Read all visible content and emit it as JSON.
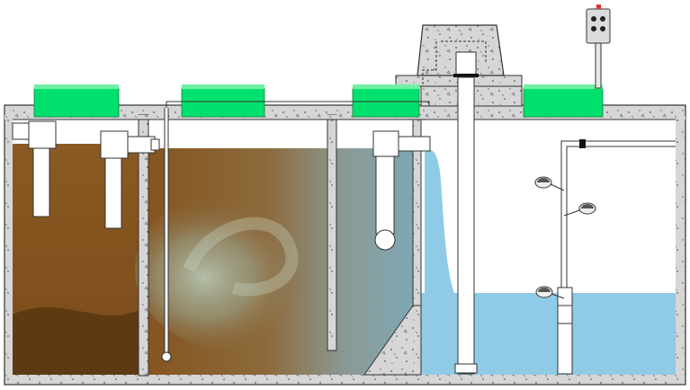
{
  "diagram": {
    "kind": "septic tank cross-section",
    "components": [
      {
        "id": "primary-chamber",
        "role": "solids settling chamber"
      },
      {
        "id": "aeration-chamber",
        "role": "treatment chamber"
      },
      {
        "id": "clarifier-chamber",
        "role": "clear effluent chamber"
      },
      {
        "id": "pump",
        "role": "effluent pump"
      },
      {
        "id": "float-switches",
        "count": 3
      },
      {
        "id": "control-panel",
        "role": "alarm/control box"
      }
    ],
    "lid_count": 4,
    "colors": {
      "lid": "#00e06c",
      "concrete": "#d4d4d4",
      "sludge": "#6b4217",
      "wastewater": "#8a5a22",
      "clear_water": "#8fcbe7",
      "control_box": "#dcdcdc"
    }
  }
}
